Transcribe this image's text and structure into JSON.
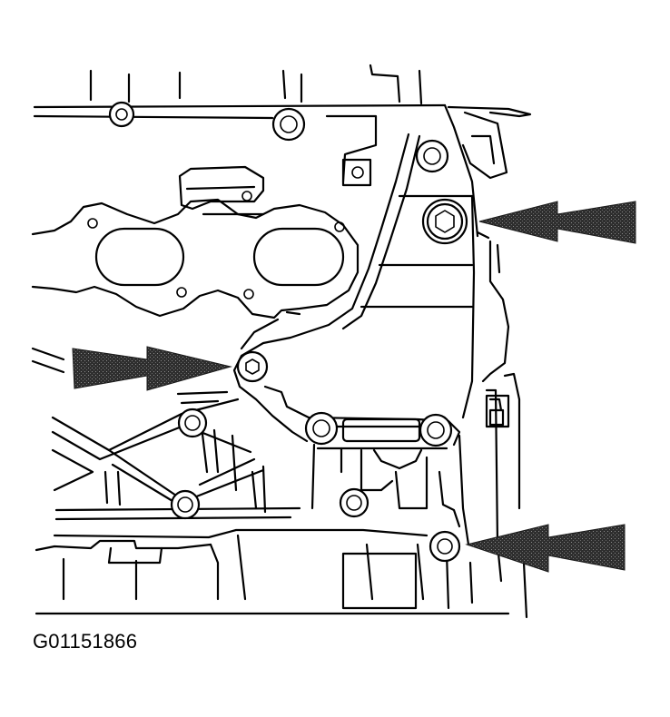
{
  "figure": {
    "caption_code": "G01151866",
    "arrow_color": "#3a3a3a",
    "line_color": "#000000",
    "background": "#ffffff",
    "callouts": [
      {
        "name": "upper-right-bolt",
        "direction": "left"
      },
      {
        "name": "middle-left-bolt",
        "direction": "right"
      },
      {
        "name": "lower-right-bolt",
        "direction": "left"
      }
    ]
  }
}
